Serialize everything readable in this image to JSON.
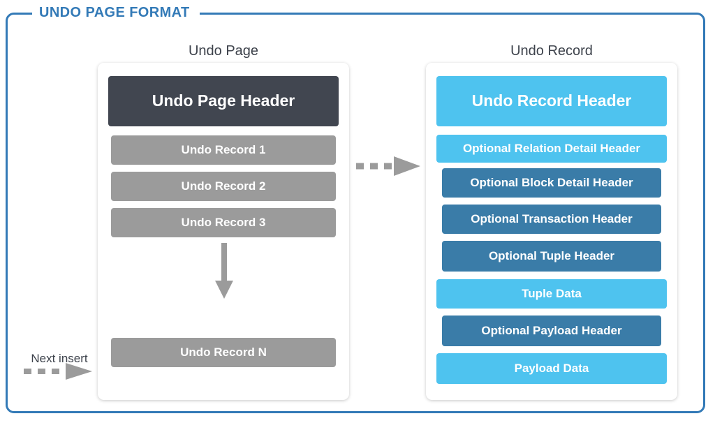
{
  "frame": {
    "title": "UNDO PAGE FORMAT",
    "border_color": "#337ab7",
    "title_color": "#337ab7"
  },
  "columns": {
    "left": {
      "label": "Undo Page",
      "blocks": [
        {
          "label": "Undo Page Header",
          "color": "#414650",
          "role": "header"
        },
        {
          "label": "Undo Record 1",
          "color": "#9b9b9b",
          "role": "record"
        },
        {
          "label": "Undo Record 2",
          "color": "#9b9b9b",
          "role": "record"
        },
        {
          "label": "Undo Record 3",
          "color": "#9b9b9b",
          "role": "record"
        },
        {
          "label": "Undo Record N",
          "color": "#9b9b9b",
          "role": "record"
        }
      ]
    },
    "right": {
      "label": "Undo Record",
      "blocks": [
        {
          "label": "Undo Record Header",
          "color": "#4ec3ef",
          "role": "header"
        },
        {
          "label": "Optional Relation Detail Header",
          "color": "#4ec3ef",
          "role": "optional"
        },
        {
          "label": "Optional Block Detail Header",
          "color": "#3a7ca8",
          "role": "optional"
        },
        {
          "label": "Optional Transaction Header",
          "color": "#3a7ca8",
          "role": "optional"
        },
        {
          "label": "Optional Tuple Header",
          "color": "#3a7ca8",
          "role": "optional"
        },
        {
          "label": "Tuple Data",
          "color": "#4ec3ef",
          "role": "data"
        },
        {
          "label": "Optional Payload Header",
          "color": "#3a7ca8",
          "role": "optional"
        },
        {
          "label": "Payload Data",
          "color": "#4ec3ef",
          "role": "data"
        }
      ]
    }
  },
  "annotations": {
    "next_insert": "Next insert",
    "arrow_color": "#9b9b9b"
  }
}
